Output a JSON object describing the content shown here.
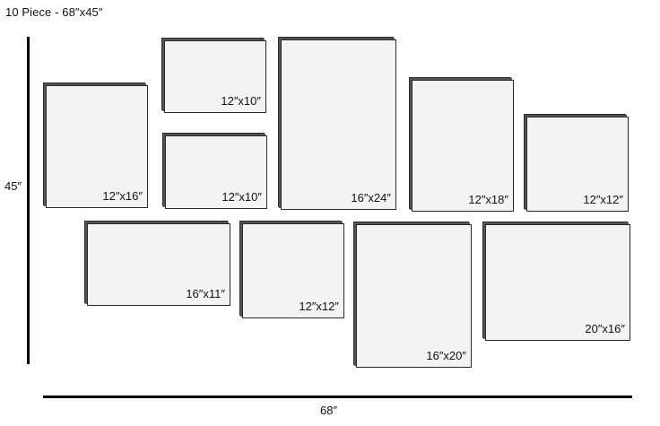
{
  "title": "10 Piece - 68″x45″",
  "height_label": "45″",
  "width_label": "68″",
  "canvases": [
    {
      "size": "12″x16″"
    },
    {
      "size": "12″x10″"
    },
    {
      "size": "12″x10″"
    },
    {
      "size": "16″x24″"
    },
    {
      "size": "12″x18″"
    },
    {
      "size": "12″x12″"
    },
    {
      "size": "16″x11″"
    },
    {
      "size": "12″x12″"
    },
    {
      "size": "16″x20″"
    },
    {
      "size": "20″x16″"
    }
  ]
}
